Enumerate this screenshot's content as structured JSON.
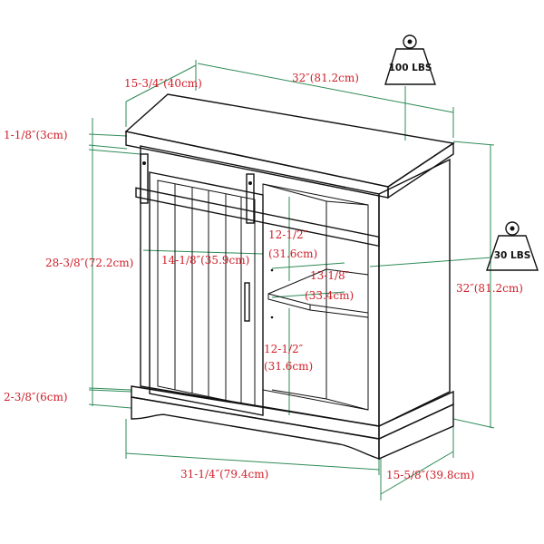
{
  "diagram": {
    "colors": {
      "dimension_text": "#d0202a",
      "dimension_lines": "#2e8b57",
      "outline": "#111111"
    },
    "weights": {
      "top": "100 LBS",
      "shelf": "30 LBS"
    },
    "dimensions": {
      "depth_top": "15-3/4″(40cm)",
      "width_top": "32″(81.2cm)",
      "top_thickness": "1-1/8″(3cm)",
      "interior_height": "28-3/8″(72.2cm)",
      "door_width": "14-1/8″(35.9cm)",
      "upper_opening_a": "12-1/2″",
      "upper_opening_b": "(31.6cm)",
      "shelf_depth_a": "13-1/8″",
      "shelf_depth_b": "(33.4cm)",
      "overall_height": "32″(81.2cm)",
      "lower_opening_a": "12-1/2″",
      "lower_opening_b": "(31.6cm)",
      "base_height": "2-3/8″(6cm)",
      "base_width": "31-1/4″(79.4cm)",
      "base_depth": "15-5/8″(39.8cm)"
    }
  }
}
